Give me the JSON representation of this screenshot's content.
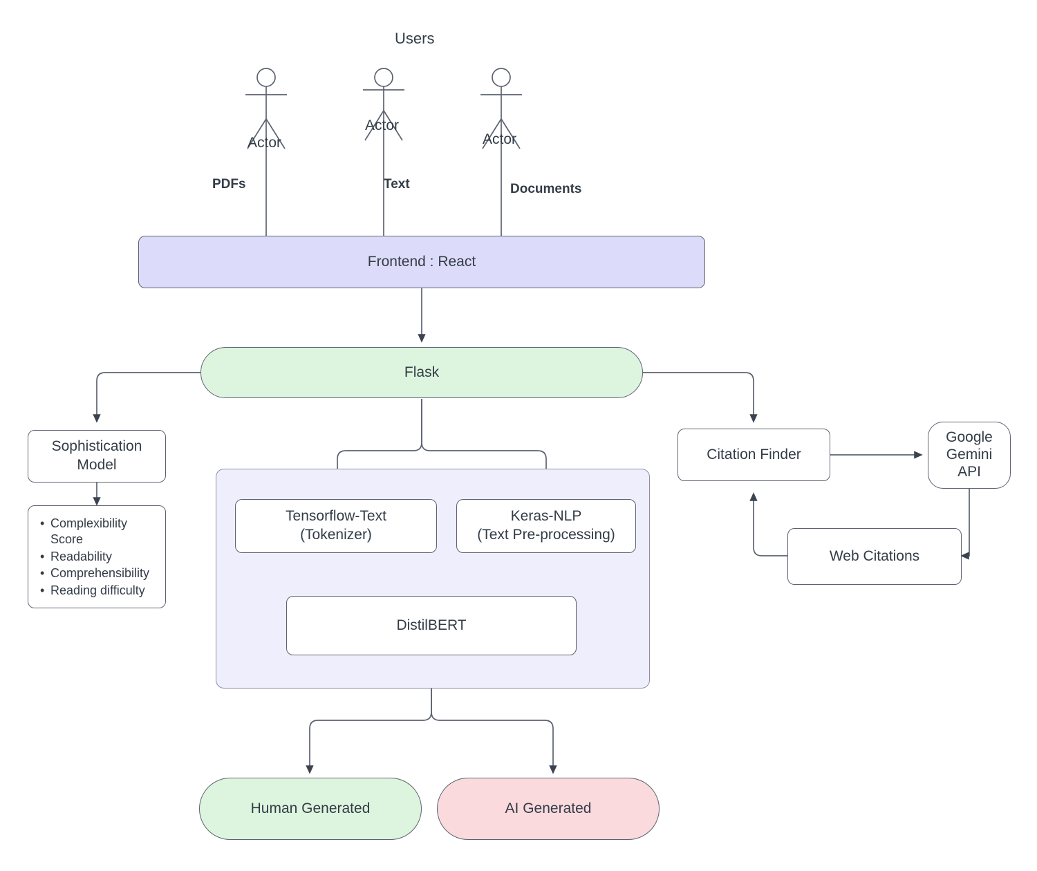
{
  "diagram": {
    "title": "Users",
    "actors": [
      {
        "label": "Actor",
        "flow_label": "PDFs"
      },
      {
        "label": "Actor",
        "flow_label": "Text"
      },
      {
        "label": "Actor",
        "flow_label": "Documents"
      }
    ],
    "nodes": {
      "frontend": {
        "label": "Frontend : React",
        "color": "#dcdcfa"
      },
      "flask": {
        "label": "Flask",
        "color": "#ddf5de"
      },
      "sophistication_model": {
        "label": "Sophistication Model",
        "color": "#ffffff"
      },
      "metrics": {
        "items": [
          "Complexibility Score",
          "Readability",
          "Comprehensibility",
          "Reading difficulty"
        ]
      },
      "tensorflow_text": {
        "label": "Tensorflow-Text (Tokenizer)",
        "line1": "Tensorflow-Text",
        "line2": "(Tokenizer)"
      },
      "keras_nlp": {
        "label": "Keras-NLP (Text Pre-processing)",
        "line1": "Keras-NLP",
        "line2": "(Text Pre-processing)"
      },
      "distilbert": {
        "label": "DistilBERT"
      },
      "citation_finder": {
        "label": "Citation Finder"
      },
      "gemini_api": {
        "label": "Google Gemini API",
        "line1": "Google",
        "line2": "Gemini",
        "line3": "API"
      },
      "web_citations": {
        "label": "Web Citations"
      },
      "human_generated": {
        "label": "Human Generated",
        "color": "#ddf5de"
      },
      "ai_generated": {
        "label": "AI Generated",
        "color": "#fadadd"
      }
    },
    "colors": {
      "stroke": "#5c6270",
      "text": "#333c47",
      "lavender": "#dcdcfa",
      "group_bg": "#eeeefc",
      "mint": "#ddf5de",
      "pink": "#fadadd",
      "background": "#ffffff"
    }
  }
}
